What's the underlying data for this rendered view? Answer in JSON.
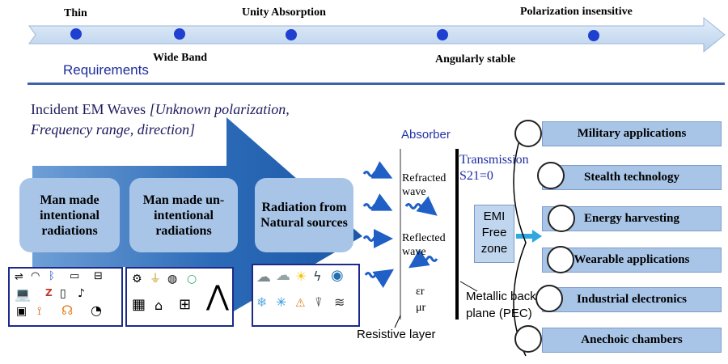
{
  "timeline": {
    "labels_top": [
      "Thin",
      "Unity Absorption",
      "Polarization insensitive"
    ],
    "labels_bottom": [
      "Wide Band",
      "Angularly stable"
    ],
    "section_title": "Requirements"
  },
  "incident": {
    "line1_normal": "Incident EM Waves ",
    "line1_italic": "[Unknown polarization,",
    "line2_italic": "Frequency range, direction]"
  },
  "sources": [
    "Man made intentional radiations",
    "Man made un-intentional radiations",
    "Radiation from Natural sources"
  ],
  "absorber": {
    "title": "Absorber",
    "refracted": "Refracted wave",
    "reflected": "Reflected wave",
    "epsilon": "εr",
    "mu": "μr",
    "resistive_layer": "Resistive layer",
    "metallic": "Metallic back plane (PEC)",
    "transmission_line1": "Transmission",
    "transmission_line2": "S21=0",
    "emi": "EMI Free zone"
  },
  "applications": [
    "Military applications",
    "Stealth technology",
    "Energy harvesting",
    "Wearable applications",
    "Industrial electronics",
    "Anechoic chambers"
  ],
  "colors": {
    "arrow_dark": "#1f5fae",
    "box_fill": "#a8c5e8",
    "title_blue": "#1d2d9c",
    "timeline_band": "#c9dcf0"
  },
  "icons": {
    "intentional": [
      "usb-icon",
      "wifi-icon",
      "bluetooth-icon",
      "tv-icon",
      "router-icon",
      "laptop-icon",
      "zigbee-icon",
      "phone-icon",
      "music-icon",
      "radio-icon",
      "tower-icon",
      "satellite-dish-icon"
    ],
    "unintentional": [
      "motor-icon",
      "plug-icon",
      "meter-icon",
      "transformer-icon",
      "pylon-icon",
      "factory-icon",
      "monitor-icon",
      "worker-icon"
    ],
    "natural": [
      "cloud-rain-icon",
      "lightning-icon",
      "sun-icon",
      "snowflake-icon",
      "tornado-icon",
      "storm-icon",
      "warning-icon"
    ]
  }
}
